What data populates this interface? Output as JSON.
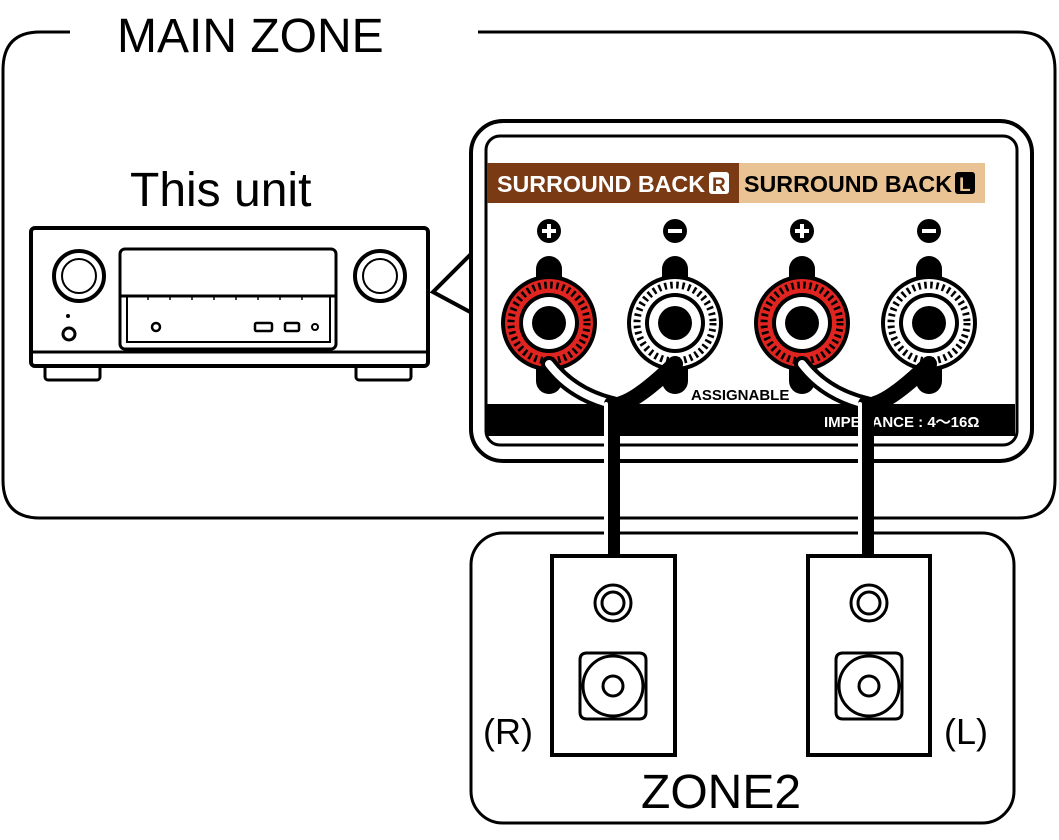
{
  "main_zone_label": "MAIN ZONE",
  "unit_label": "This unit",
  "terminal_labels": {
    "surround_back_r": "SURROUND BACK",
    "r_badge": "R",
    "surround_back_l": "SURROUND BACK",
    "l_badge": "L",
    "assignable": "ASSIGNABLE",
    "impedance": "IMPEDANCE : 4～16Ω"
  },
  "zone2_label": "ZONE2",
  "speaker_right_label": "(R)",
  "speaker_left_label": "(L)",
  "colors": {
    "surround_back_r_bg": "#7a3a14",
    "surround_back_l_bg": "#e9c394",
    "positive_terminal": "#e0241f",
    "negative_terminal": "#ffffff",
    "line": "#000000"
  }
}
